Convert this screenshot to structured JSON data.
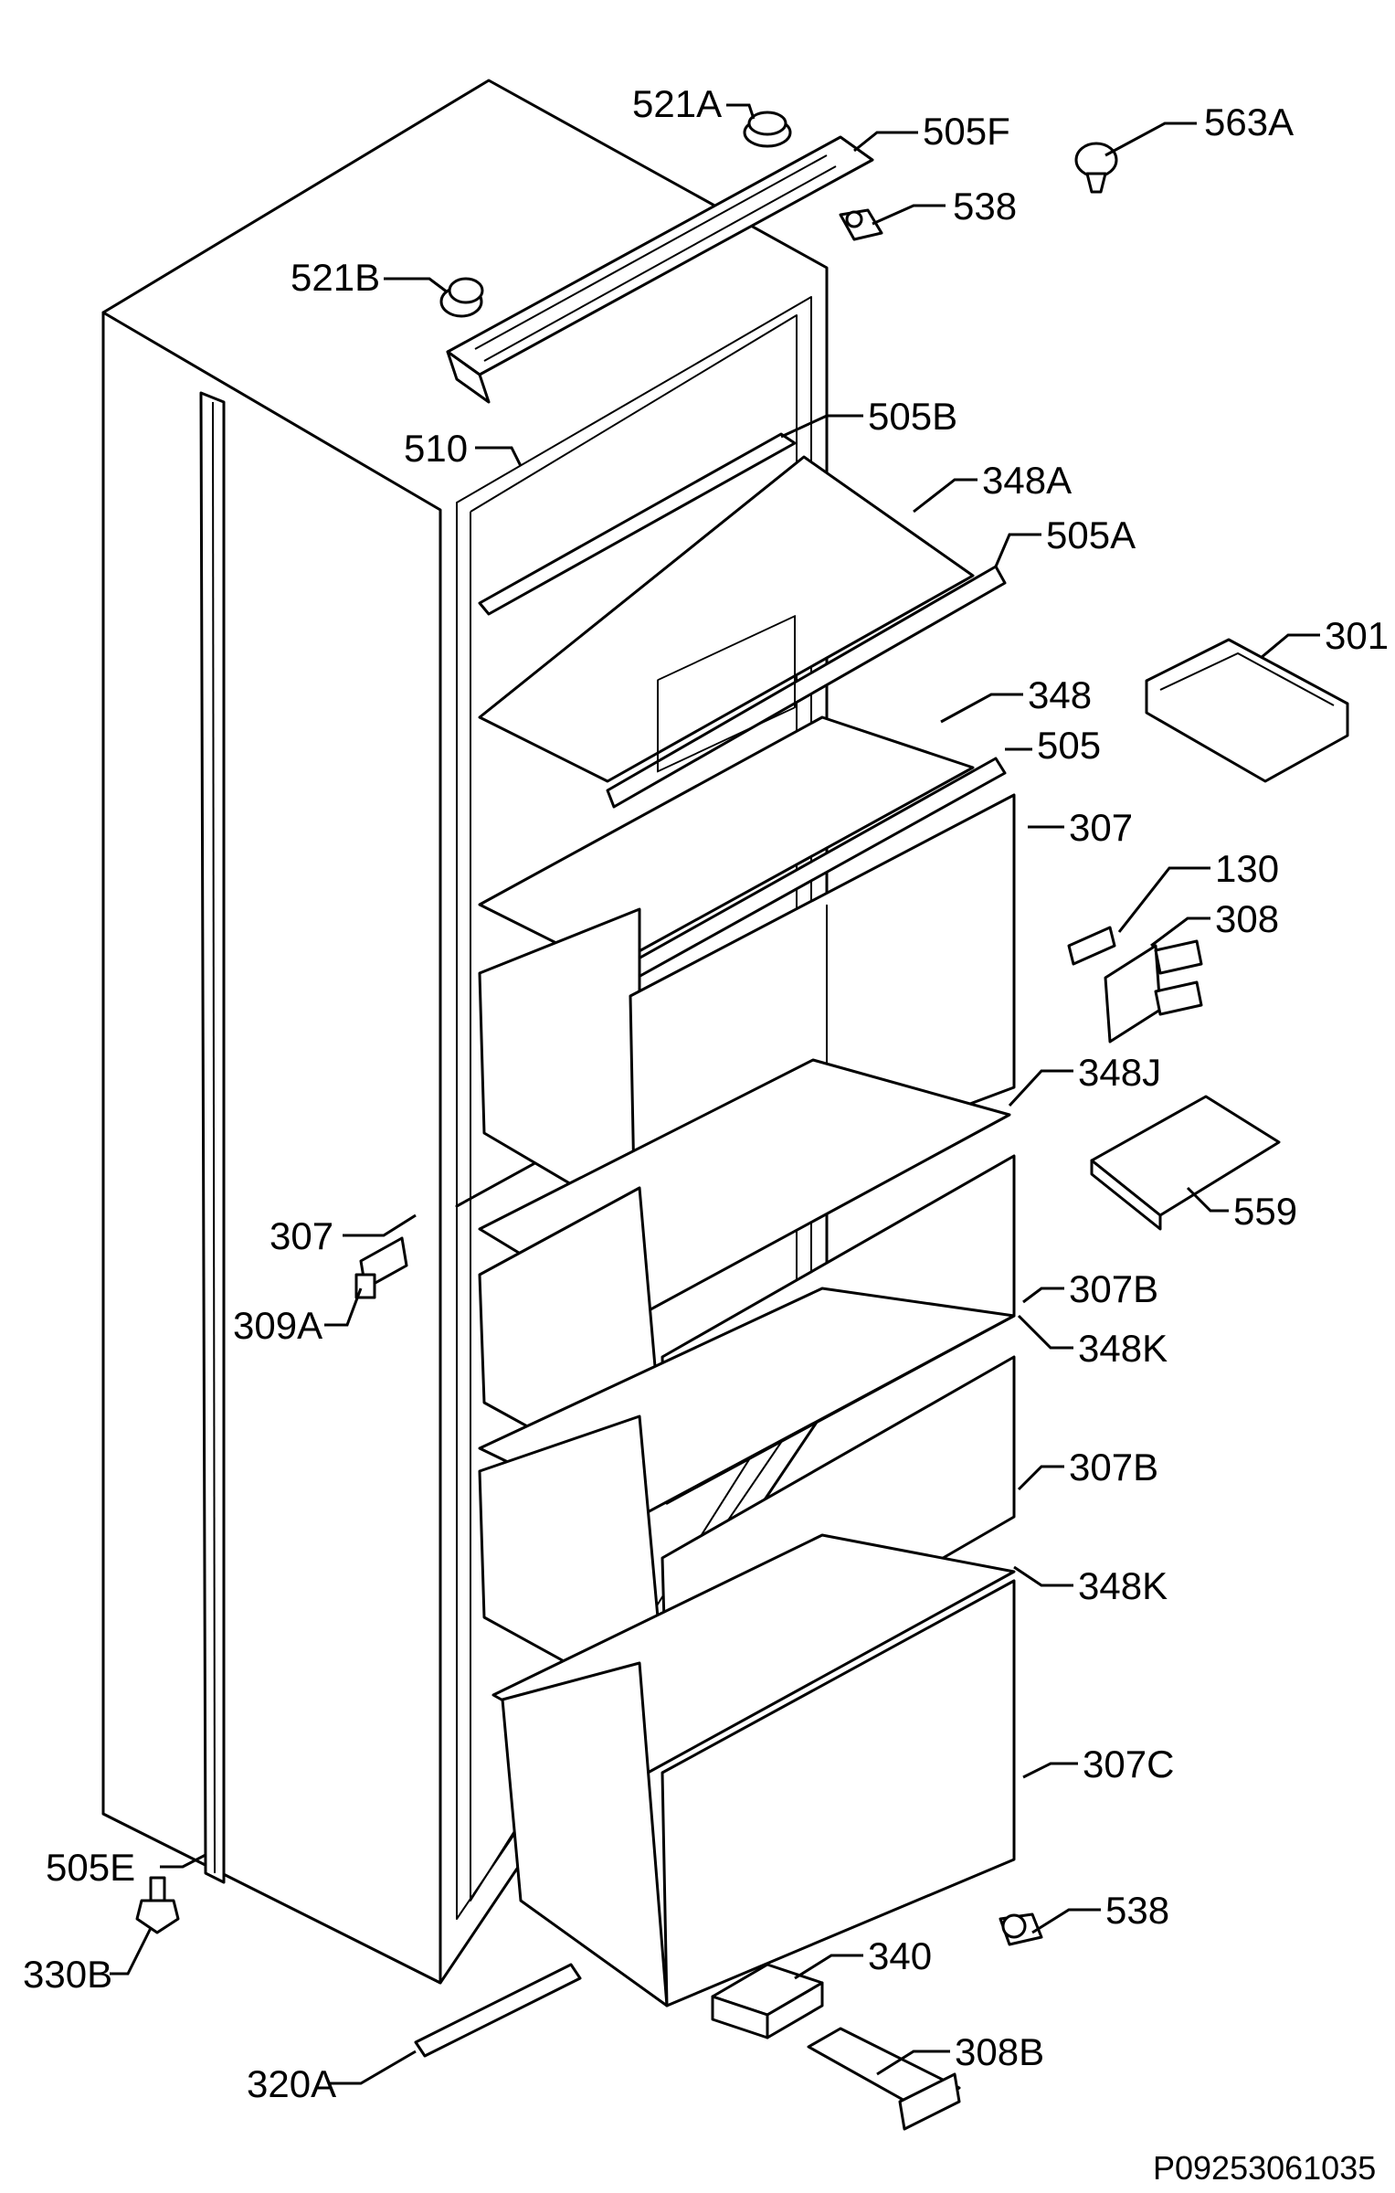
{
  "labels": {
    "l521a": "521A",
    "l505f": "505F",
    "l563a": "563A",
    "l538top": "538",
    "l521b": "521B",
    "l505b": "505B",
    "l510": "510",
    "l348a": "348A",
    "l505a": "505A",
    "l301": "301",
    "l348": "348",
    "l505": "505",
    "l307top": "307",
    "l130": "130",
    "l308": "308",
    "l348j": "348J",
    "l559": "559",
    "l307left": "307",
    "l309a": "309A",
    "l307b1": "307B",
    "l348k1": "348K",
    "l307b2": "307B",
    "l348k2": "348K",
    "l307c": "307C",
    "l505e": "505E",
    "l538bot": "538",
    "l330b": "330B",
    "l340": "340",
    "l308b": "308B",
    "l320a": "320A"
  },
  "drawing_code": "P09253061035"
}
